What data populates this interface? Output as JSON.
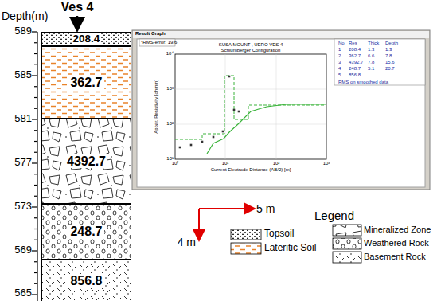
{
  "diagram": {
    "nodes": [
      {
        "text": [
          "208.4"
        ]
      },
      {
        "text": [
          "362.7"
        ]
      },
      {
        "text": [
          "4392.7"
        ]
      },
      {
        "text": [
          "248.7"
        ]
      },
      {
        "text": [
          "856.8"
        ]
      }
    ],
    "labels": [
      "Ves 4",
      "Depth(m)",
      "589",
      "585",
      "581",
      "577",
      "573",
      "569",
      "565",
      "Result Graph",
      "*RMS-error: 19.6",
      "KUSA MOUNT , UERO VES 4",
      "Schlumberger Configuration",
      "Appar. Resistivity [ohmm]",
      "10⁴",
      "10³",
      "10²",
      "10¹",
      "10⁰",
      "10¹",
      "10²",
      "10³",
      "Current Electrode Distance (AB/2) [m]",
      "No",
      "Res",
      "Thick",
      "Depth",
      "1",
      "208.4",
      "1.3",
      "1.3",
      "2",
      "362.7",
      "6.6",
      "7.8",
      "3",
      "4392.7",
      "7.8",
      "15.6",
      "4",
      "248.7",
      "5.1",
      "20.7",
      "5",
      "856.8",
      "...",
      "...",
      "RMS on smoothed data",
      "5 m",
      "4 m",
      "Legend"
    ],
    "legend": [
      {
        "text": "Topsoil"
      },
      {
        "text": "Lateritic Soil"
      },
      {
        "text": "Mineralized Zone"
      },
      {
        "text": "Weathered Rock"
      },
      {
        "text": "Basement Rock"
      }
    ]
  }
}
